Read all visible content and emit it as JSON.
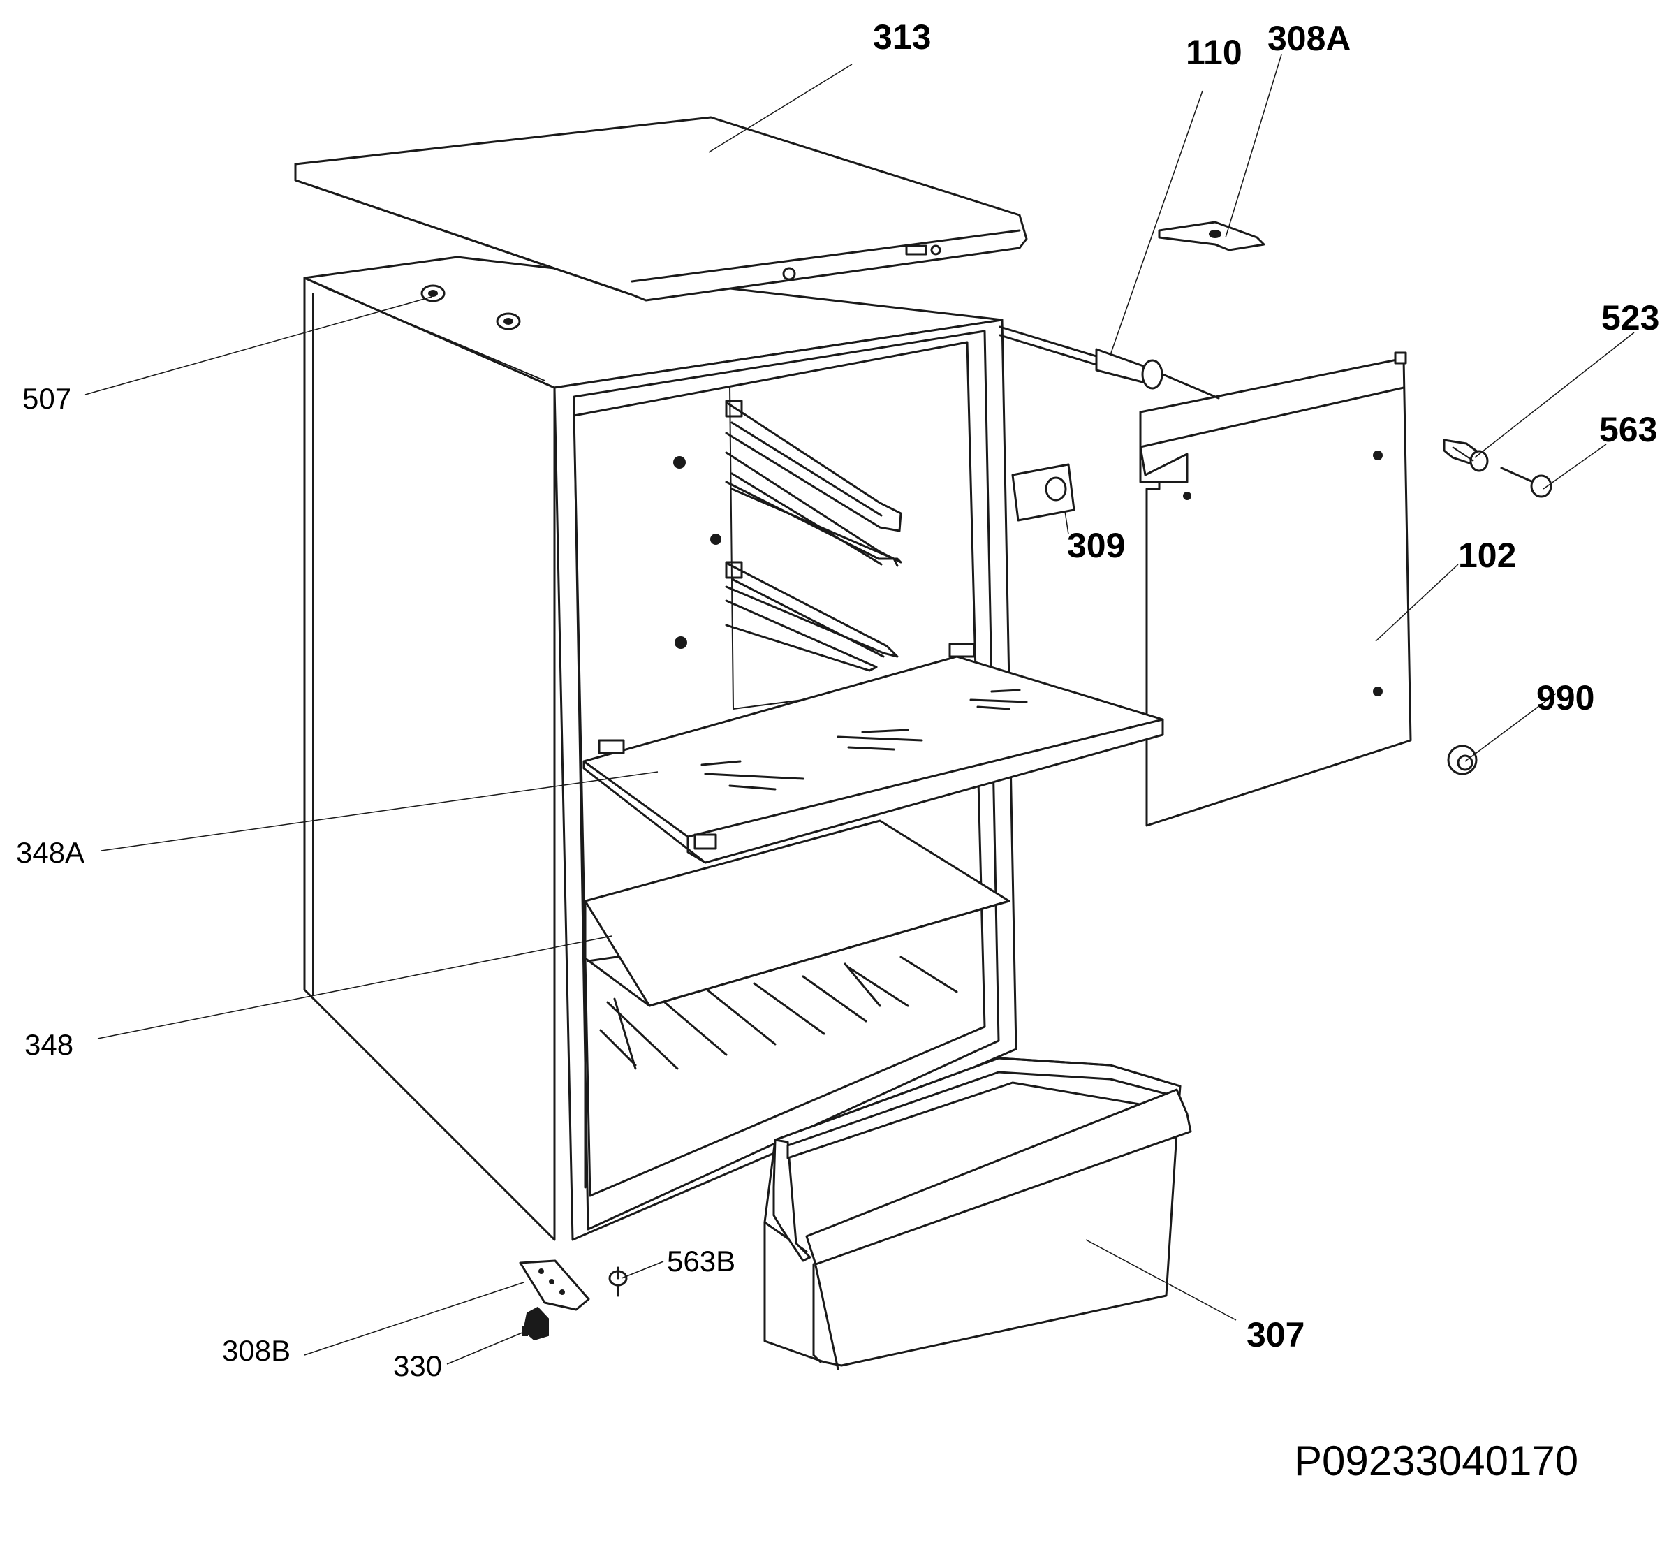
{
  "callouts": {
    "c313": "313",
    "c110": "110",
    "c308a": "308A",
    "c523": "523",
    "c563": "563",
    "c309": "309",
    "c102": "102",
    "c990": "990",
    "c507": "507",
    "c348a": "348A",
    "c348": "348",
    "c563b": "563B",
    "c308b": "308B",
    "c330": "330",
    "c307": "307"
  },
  "drawing_code": "P09233040170"
}
